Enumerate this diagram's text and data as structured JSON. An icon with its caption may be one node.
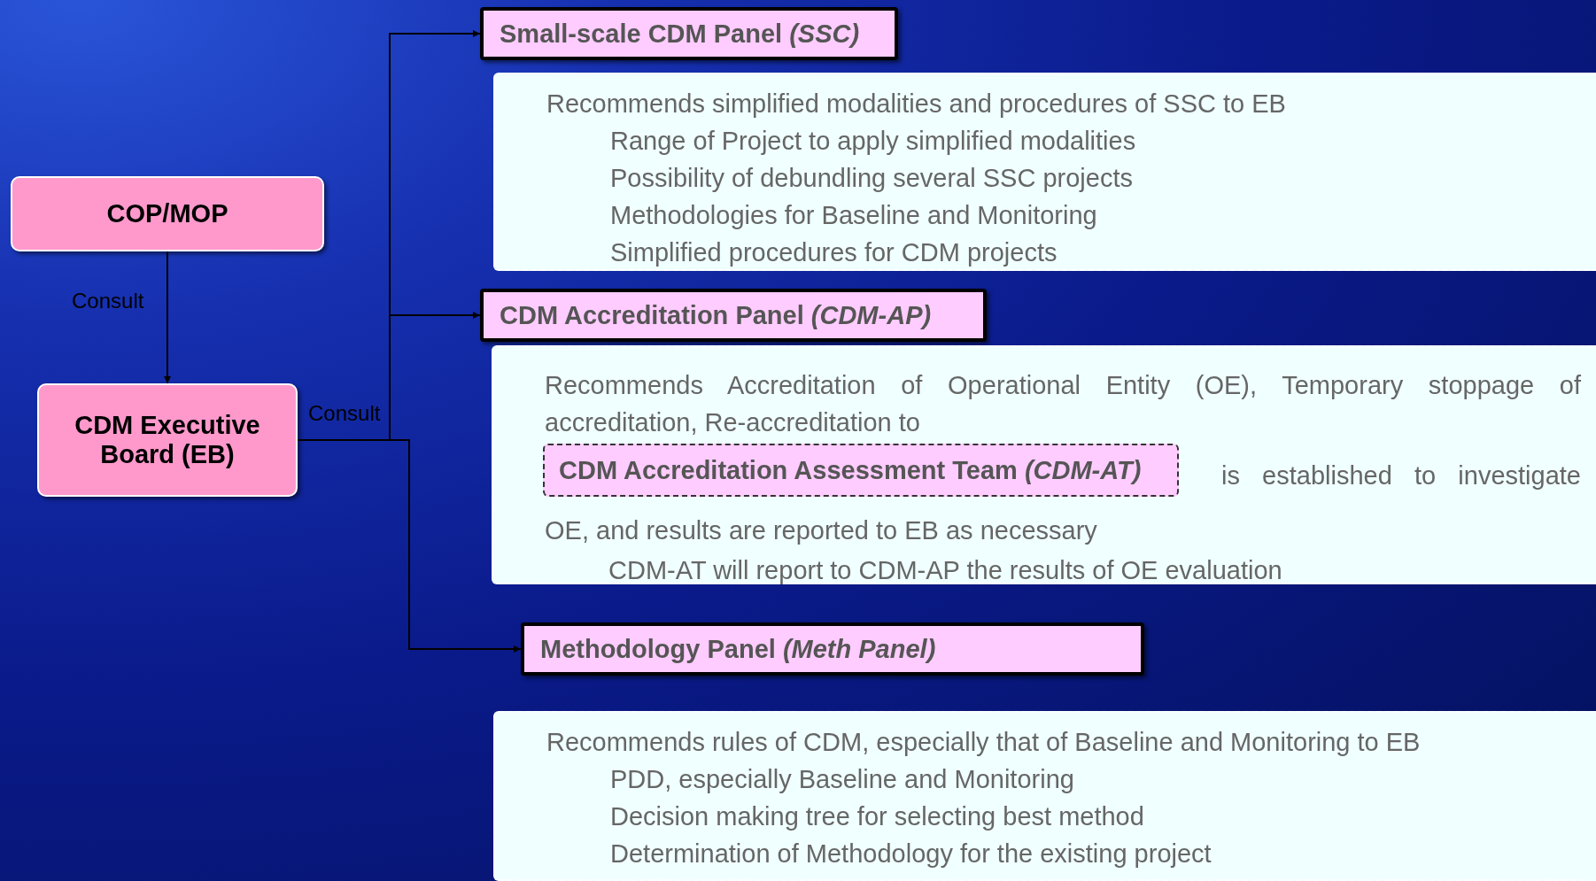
{
  "diagram": {
    "nodes": [
      {
        "text": [
          "COP/MOP"
        ]
      },
      {
        "text": [
          "CDM Executive Board (EB)"
        ]
      },
      {
        "text": [
          "Small-scale CDM Panel *(SSC)*"
        ]
      },
      {
        "text": [
          "Recommends simplified modalities and procedures of SSC to EB",
          "Range of Project to apply simplified modalities",
          "Possibility of debundling several SSC projects",
          "Methodologies for Baseline and Monitoring",
          "Simplified procedures for CDM projects"
        ]
      },
      {
        "text": [
          "CDM Accreditation Panel *(CDM-AP)*"
        ]
      },
      {
        "text": [
          "Recommends Accreditation of Operational Entity (OE), Temporary stoppage of accreditation, Re-accreditation to",
          "is established to investigate",
          "OE, and results are reported to EB as necessary",
          "CDM-AT will report to CDM-AP the results of OE evaluation"
        ]
      },
      {
        "text": [
          "CDM Accreditation Assessment Team *(CDM-AT)*"
        ],
        "in": 5
      },
      {
        "text": [
          "Methodology Panel *(Meth Panel)*"
        ]
      },
      {
        "text": [
          "Recommends rules of CDM, especially that of Baseline and Monitoring to EB",
          "PDD, especially Baseline and Monitoring",
          "Decision making tree for selecting best method",
          "Determination of Methodology for the existing project"
        ]
      }
    ],
    "edges": [
      {
        "from": 0,
        "to": 1,
        "arrow": "to",
        "label": "Consult"
      },
      {
        "from": 1,
        "to": 2,
        "arrow": "to",
        "label": "Consult"
      },
      {
        "from": 1,
        "to": 4,
        "arrow": "to"
      },
      {
        "from": 1,
        "to": 7,
        "arrow": "to"
      }
    ]
  }
}
